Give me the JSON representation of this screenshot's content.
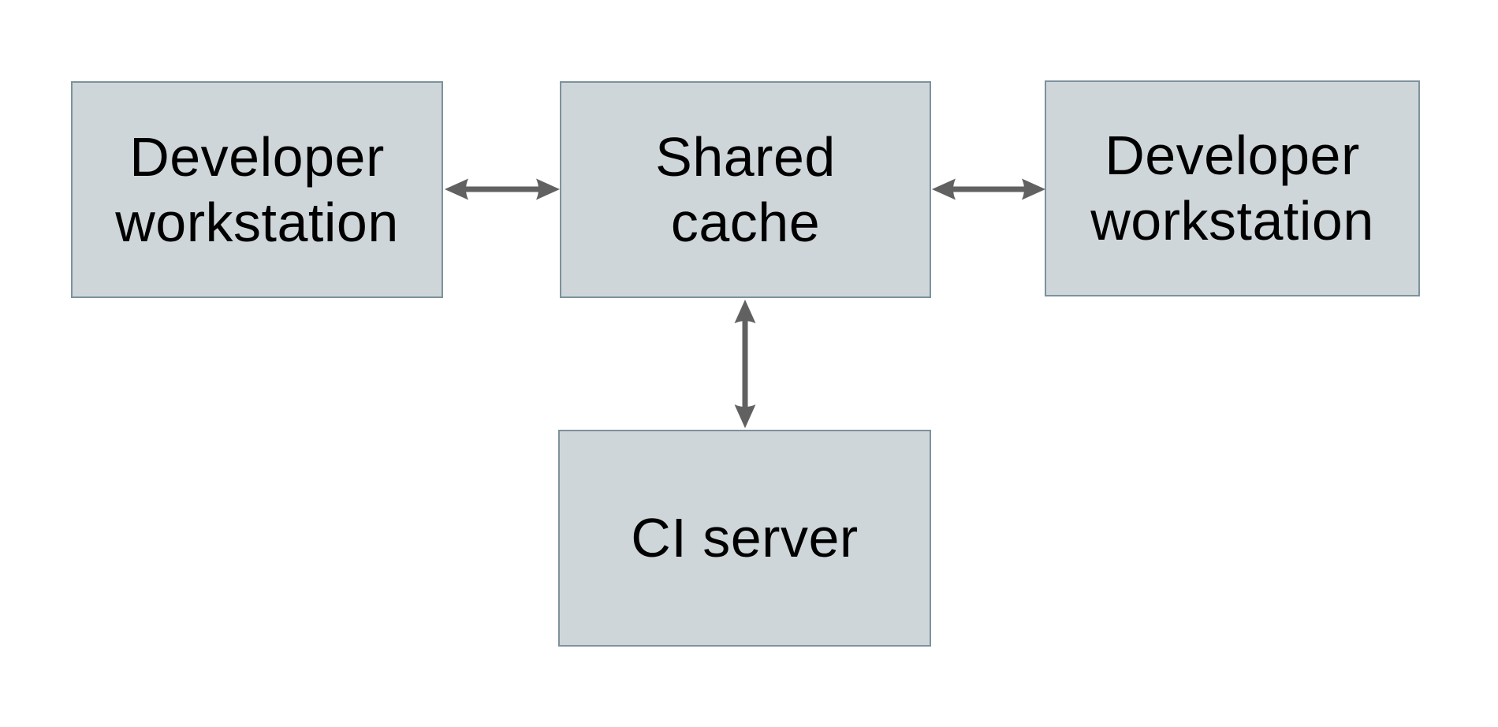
{
  "diagram": {
    "background_color": "#ffffff",
    "node_fill_color": "#ced6d9",
    "node_border_color": "#7d929c",
    "arrow_color": "#616161",
    "text_color": "#000000",
    "nodes": [
      {
        "id": "developer-workstation-left",
        "label": "Developer\nworkstation"
      },
      {
        "id": "shared-cache",
        "label": "Shared\ncache"
      },
      {
        "id": "developer-workstation-right",
        "label": "Developer\nworkstation"
      },
      {
        "id": "ci-server",
        "label": "CI server"
      }
    ],
    "edges": [
      {
        "from": "developer-workstation-left",
        "to": "shared-cache",
        "type": "bidirectional-arrow",
        "orientation": "horizontal"
      },
      {
        "from": "shared-cache",
        "to": "developer-workstation-right",
        "type": "bidirectional-arrow",
        "orientation": "horizontal"
      },
      {
        "from": "shared-cache",
        "to": "ci-server",
        "type": "bidirectional-arrow",
        "orientation": "vertical"
      }
    ]
  }
}
